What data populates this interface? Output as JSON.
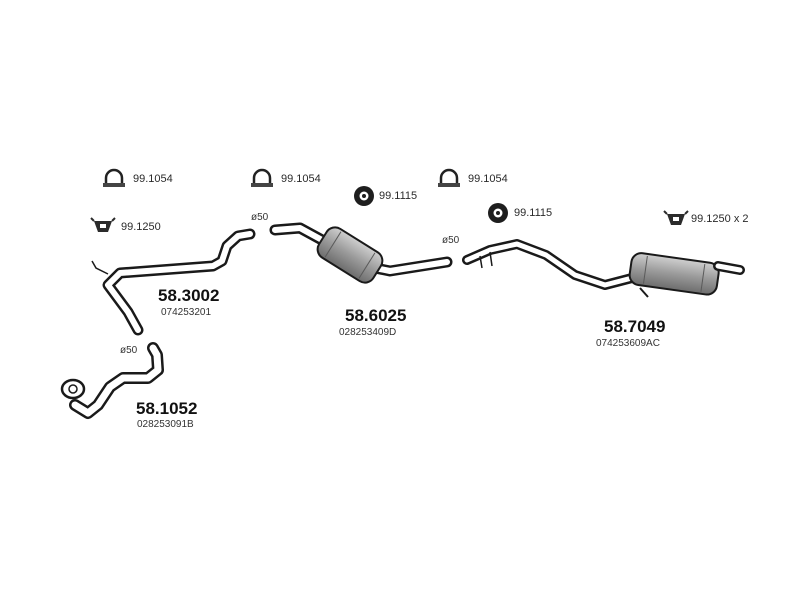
{
  "hardware": {
    "clamp_1": "99.1054",
    "clamp_2": "99.1054",
    "clamp_3": "99.1054",
    "hanger_1": "99.1115",
    "hanger_2": "99.1115",
    "bracket_1": "99.1250",
    "bracket_2": "99.1250 x 2"
  },
  "parts": {
    "front_pipe": {
      "number": "58.1052",
      "oem": "028253091B",
      "diameter": "ø50"
    },
    "intermediate_pipe": {
      "number": "58.3002",
      "oem": "074253201",
      "diameter": "ø50"
    },
    "centre_silencer": {
      "number": "58.6025",
      "oem": "028253409D",
      "diameter": "ø50"
    },
    "rear_silencer": {
      "number": "58.7049",
      "oem": "074253609AC"
    }
  }
}
